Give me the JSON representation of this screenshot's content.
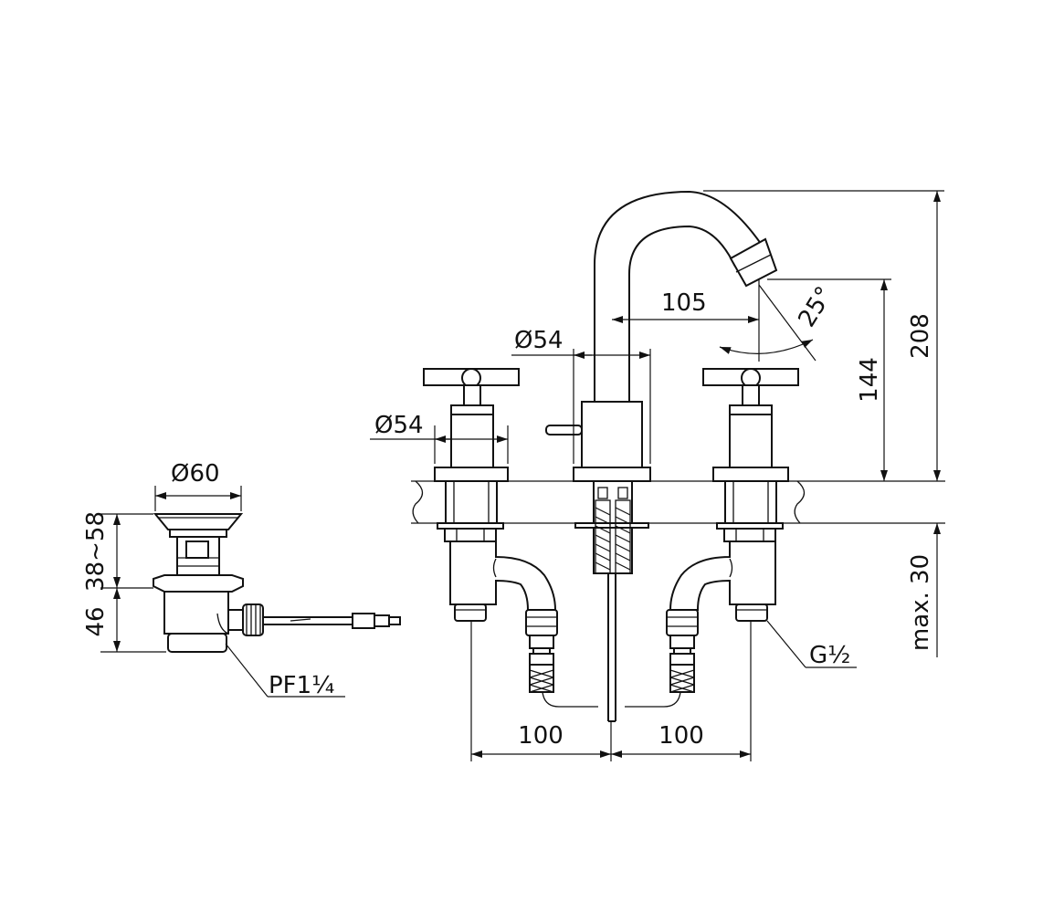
{
  "drawing": {
    "dimensions": {
      "spout_reach": "105",
      "spout_angle": "25°",
      "spout_body_diameter": "Ø54",
      "handle_base_diameter": "Ø54",
      "spout_outlet_height": "144",
      "overall_height": "208",
      "max_deck_thickness": "max. 30",
      "left_spacing": "100",
      "right_spacing": "100",
      "connection_thread": "G½",
      "drain_diameter": "Ø60",
      "drain_adjust_range": "38~58",
      "drain_body_height": "46",
      "drain_thread": "PF1¼"
    }
  }
}
